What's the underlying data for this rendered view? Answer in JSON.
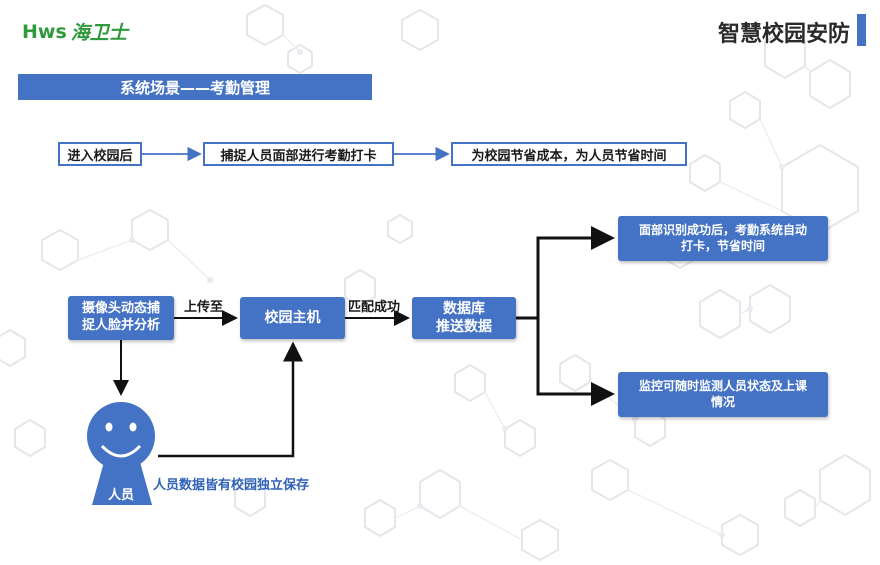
{
  "brand": {
    "logo_latin": "Hws",
    "logo_cn": "海卫士",
    "title": "智慧校园安防"
  },
  "section": {
    "title": "系统场景——考勤管理"
  },
  "top_flow": [
    {
      "label": "进入校园后"
    },
    {
      "label": "捕捉人员面部进行考勤打卡"
    },
    {
      "label": "为校园节省成本，为人员节省时间"
    }
  ],
  "nodes": {
    "camera": "摄像头动态捕\n捉人脸并分析",
    "host": "校园主机",
    "database": "数据库\n推送数据",
    "result_a": "面部识别成功后，考勤系统自动\n打卡，节省时间",
    "result_b": "监控可随时监测人员状态及上课\n情况",
    "person": "人员"
  },
  "edge_labels": {
    "upload": "上传至",
    "match": "匹配成功"
  },
  "note": "人员数据皆有校园独立保存",
  "colors": {
    "accent": "#4472c4",
    "logo_green": "#2e9a3c",
    "note_blue": "#2f62b8"
  }
}
